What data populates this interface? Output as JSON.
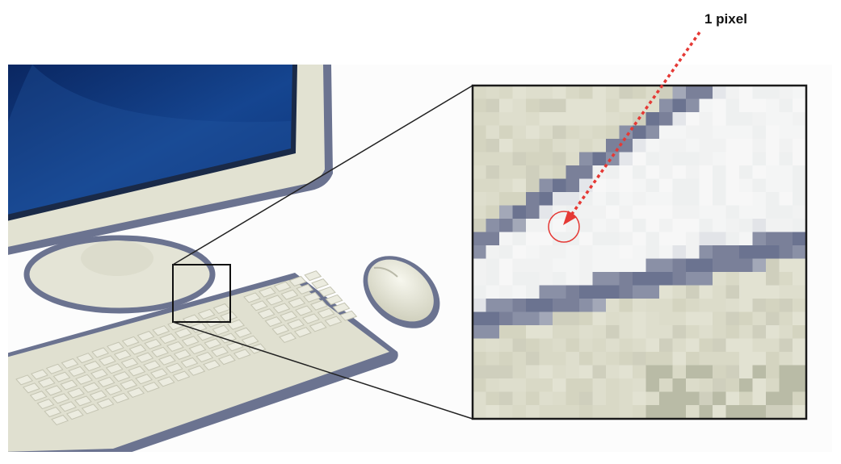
{
  "annotation": {
    "label": "1 pixel",
    "arrow_color": "#e53935",
    "circle_color": "#e53935"
  },
  "colors": {
    "outline": "#6b7390",
    "beige": "#e2e2d2",
    "beige_dark": "#cfcfbd",
    "screen_top": "#0a2a63",
    "screen_mid": "#17468e",
    "zoom_light": "#f3f4f4"
  },
  "icons": {
    "computer": "desktop-computer-illustration",
    "zoom": "magnified-pixel-grid"
  }
}
